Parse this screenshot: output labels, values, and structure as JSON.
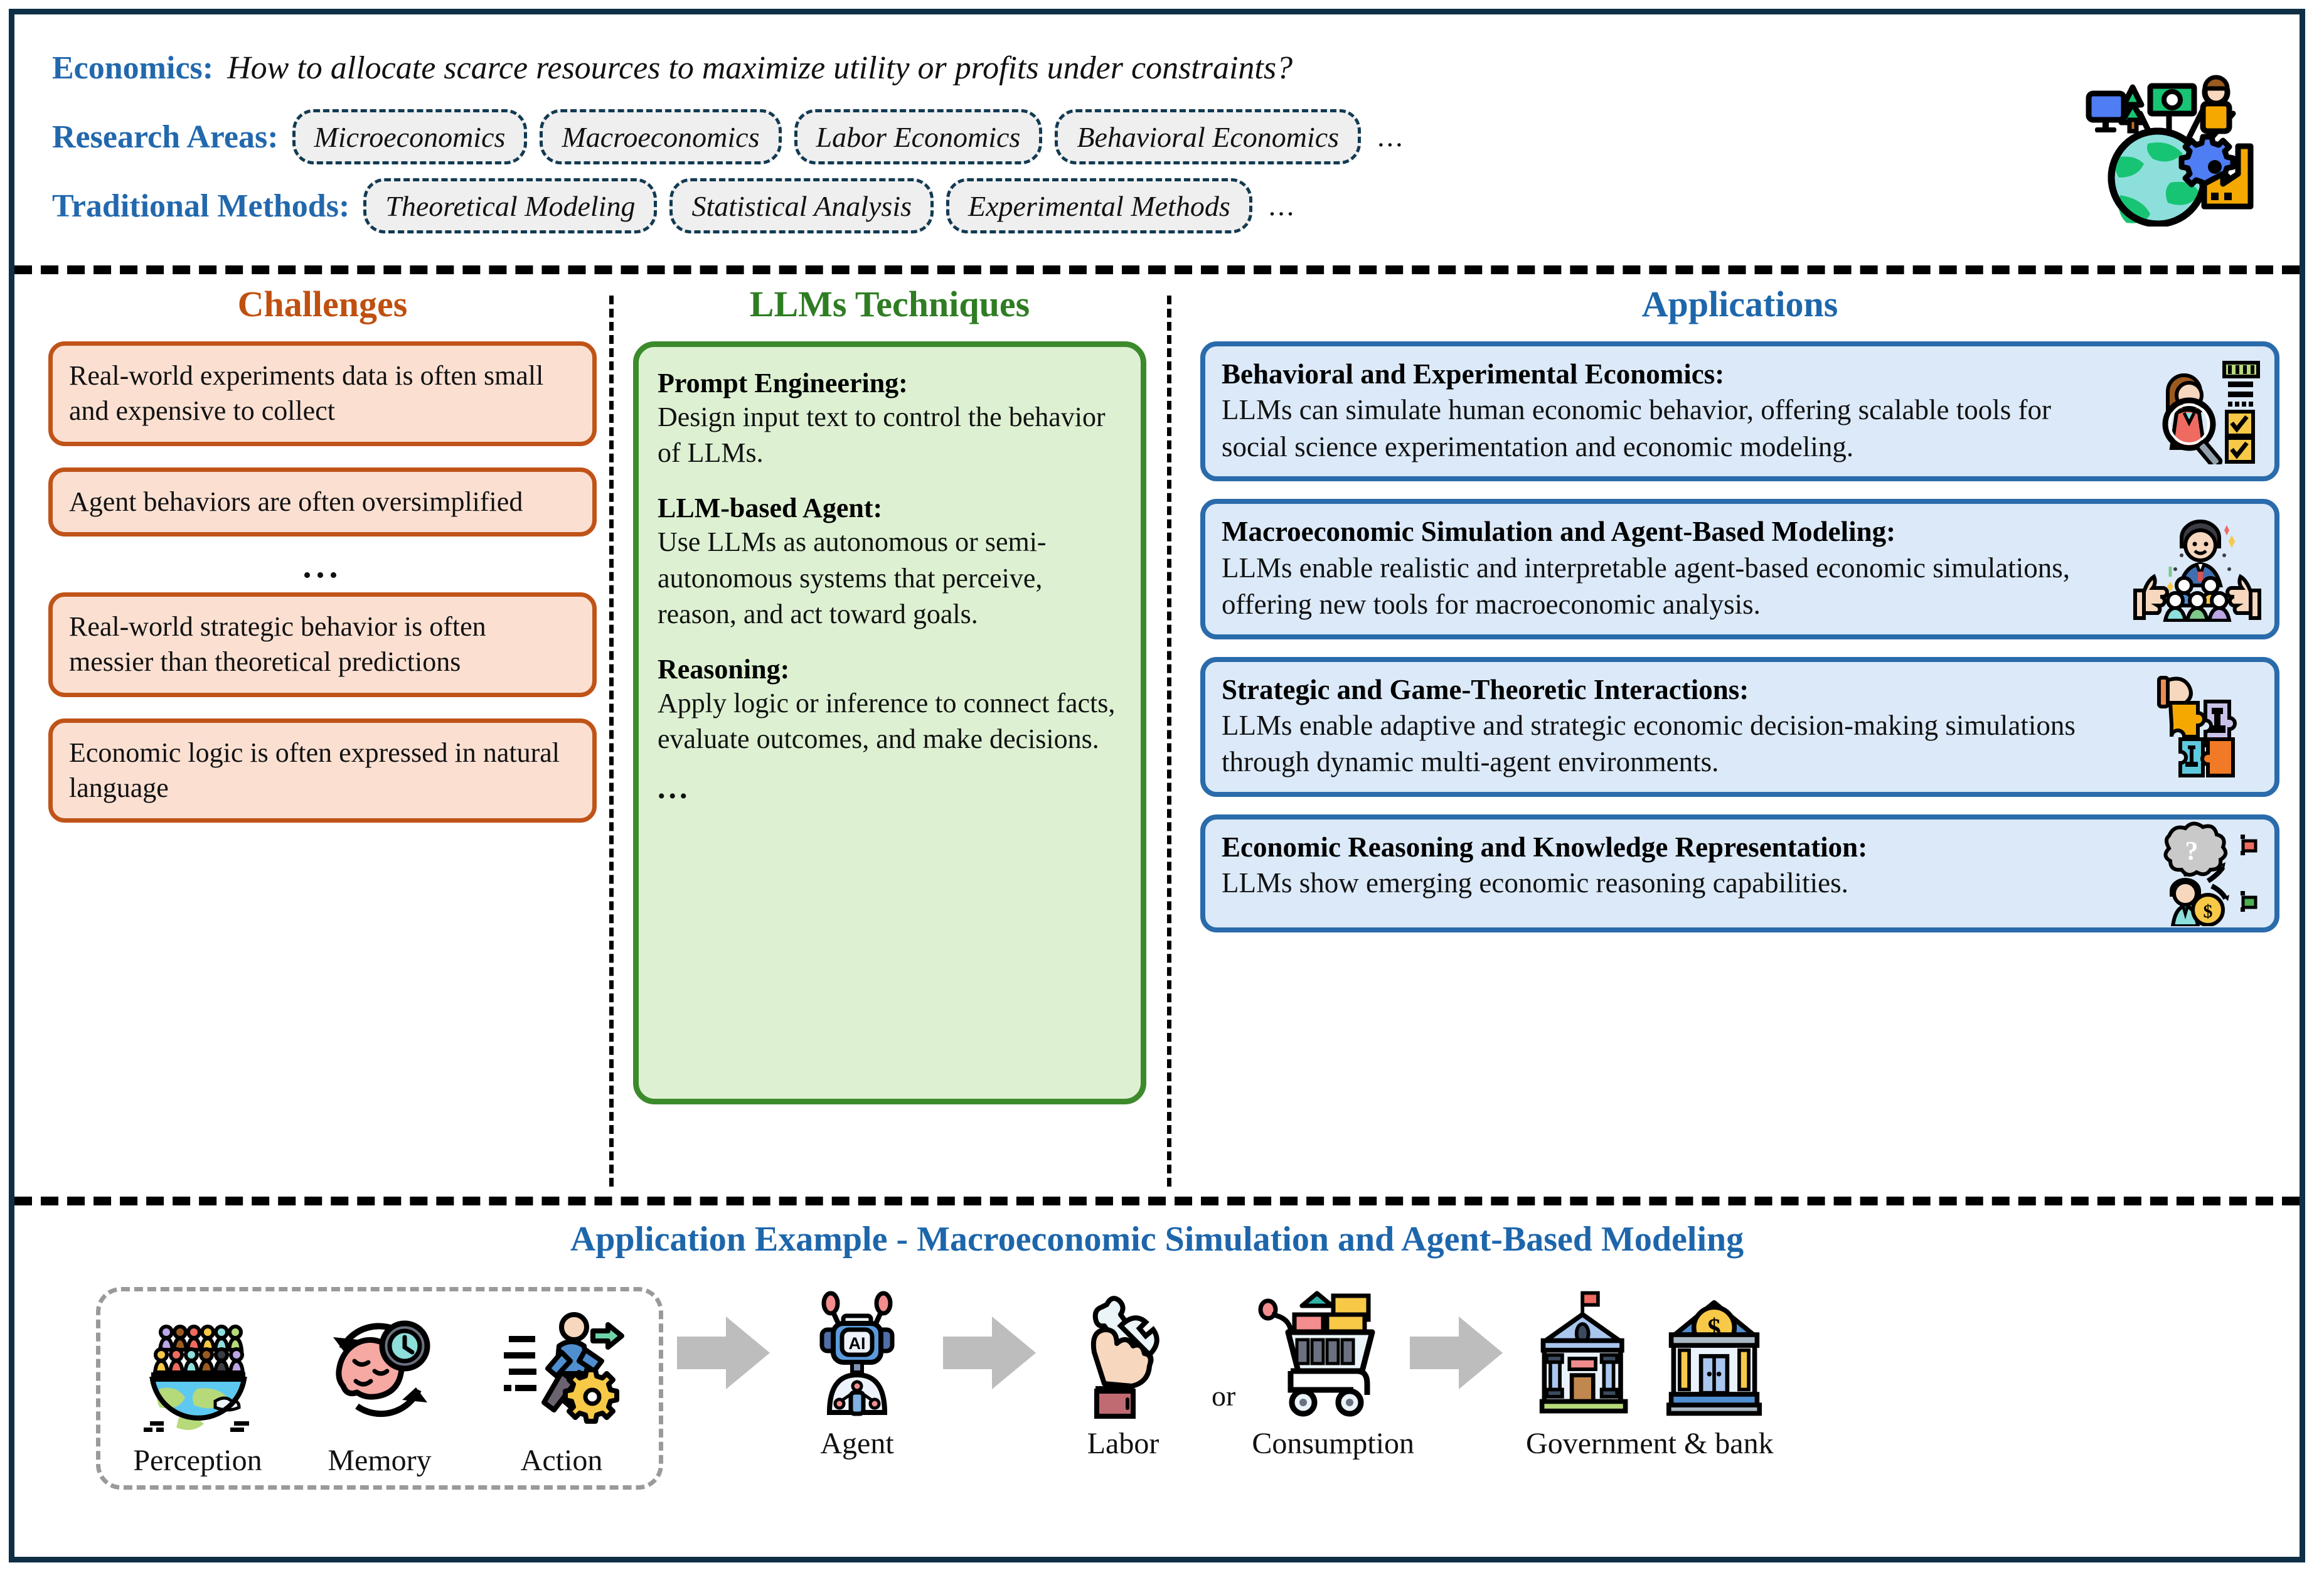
{
  "header": {
    "economics_label": "Economics:",
    "economics_question": "How to allocate scarce resources to maximize utility or profits under constraints?",
    "research_areas_label": "Research Areas:",
    "research_areas": [
      "Microeconomics",
      "Macroeconomics",
      "Labor Economics",
      "Behavioral Economics"
    ],
    "research_areas_more": "...",
    "traditional_methods_label": "Traditional Methods:",
    "traditional_methods": [
      "Theoretical Modeling",
      "Statistical Analysis",
      "Experimental Methods"
    ],
    "traditional_methods_more": "...",
    "icon": "global-economy-icon"
  },
  "colors": {
    "frame": "#0e2f45",
    "challenges_accent": "#c0500f",
    "challenges_fill": "#fbe0d2",
    "techniques_accent": "#3c8a2c",
    "techniques_fill": "#ddf1d2",
    "applications_accent": "#2a6bab",
    "applications_fill": "#dbe9f8",
    "heading_blue": "#2268ad"
  },
  "challenges": {
    "title": "Challenges",
    "items_top": [
      "Real-world experiments data is often small and expensive to collect",
      "Agent behaviors are often oversimplified"
    ],
    "ellipsis": "...",
    "items_bottom": [
      "Real-world strategic behavior is often messier than theoretical predictions",
      "Economic logic is often expressed in natural language"
    ]
  },
  "techniques": {
    "title": "LLMs Techniques",
    "items": [
      {
        "heading": "Prompt Engineering:",
        "body": "Design input text to control the behavior of LLMs."
      },
      {
        "heading": "LLM-based Agent:",
        "body": "Use LLMs as autonomous or semi-autonomous systems that perceive, reason, and act toward goals."
      },
      {
        "heading": "Reasoning:",
        "body": "Apply logic or inference to connect facts, evaluate outcomes, and make decisions."
      }
    ],
    "ellipsis": "..."
  },
  "applications": {
    "title": "Applications",
    "items": [
      {
        "heading": "Behavioral and Experimental Economics:",
        "body": "LLMs can simulate human economic behavior, offering scalable tools for social science experimentation and economic modeling.",
        "icon": "person-survey-magnifier-icon"
      },
      {
        "heading": "Macroeconomic Simulation and Agent-Based Modeling:",
        "body": "LLMs enable realistic and interpretable agent-based economic simulations, offering new tools for macroeconomic analysis.",
        "icon": "leader-and-crowd-icon"
      },
      {
        "heading": "Strategic and Game-Theoretic Interactions:",
        "body": "LLMs enable adaptive and strategic economic decision-making simulations through dynamic multi-agent environments.",
        "icon": "hand-puzzle-chess-icon"
      },
      {
        "heading": "Economic Reasoning and Knowledge Representation:",
        "body": "LLMs show emerging economic reasoning capabilities.",
        "icon": "question-thought-money-icon"
      }
    ]
  },
  "bottom": {
    "title": "Application Example - Macroeconomic Simulation and Agent-Based Modeling",
    "agent_modules": [
      {
        "label": "Perception",
        "icon": "crowd-globe-icon"
      },
      {
        "label": "Memory",
        "icon": "brain-clock-cycle-icon"
      },
      {
        "label": "Action",
        "icon": "running-person-gear-icon"
      }
    ],
    "flow": [
      {
        "label": "Agent",
        "icon": "ai-robot-icon"
      },
      {
        "label": "Labor",
        "icon": "hand-wrench-icon"
      },
      {
        "label": "Consumption",
        "icon": "shopping-cart-icon"
      },
      {
        "label": "Government & bank",
        "icon": "government-bank-icon"
      }
    ],
    "or_label": "or",
    "arrow_icon": "right-arrow-icon"
  }
}
